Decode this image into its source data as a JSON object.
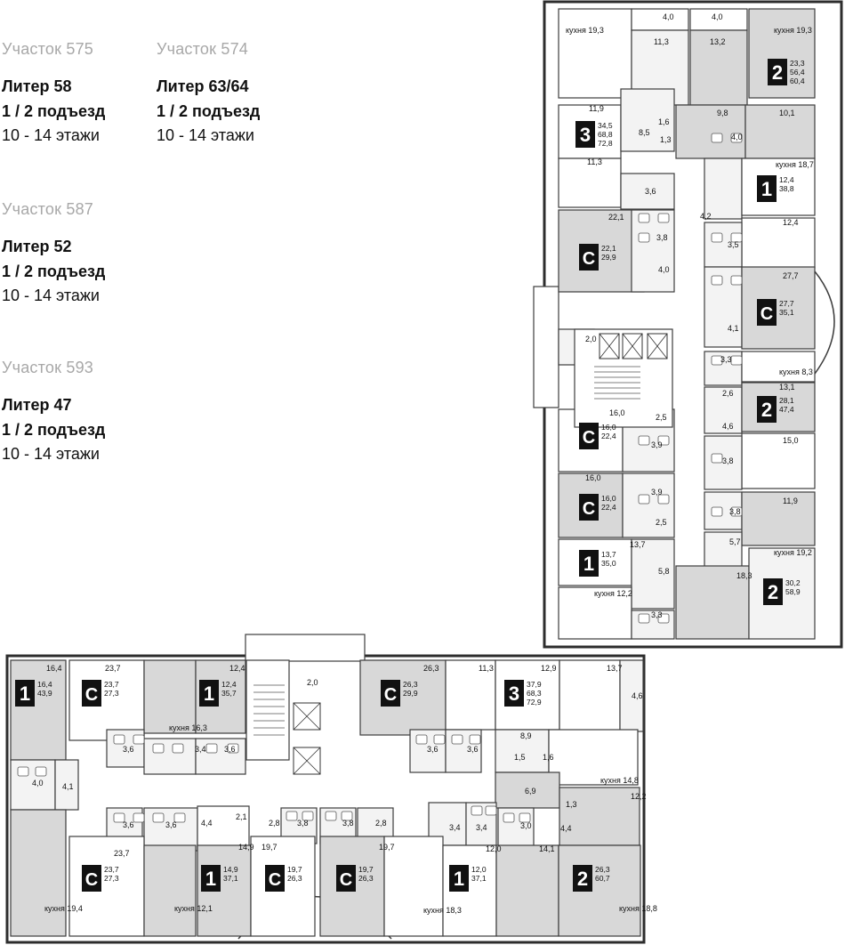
{
  "plots": [
    {
      "plot": "Участок 575",
      "liter": "Литер 58",
      "entrance": "1 / 2 подъезд",
      "floors": "10 - 14  этажи"
    },
    {
      "plot": "Участок 574",
      "liter": "Литер 63/64",
      "entrance": "1 / 2 подъезд",
      "floors": "10 - 14  этажи"
    },
    {
      "plot": "Участок 587",
      "liter": "Литер 52",
      "entrance": "1 / 2 подъезд",
      "floors": "10 - 14  этажи"
    },
    {
      "plot": "Участок 593",
      "liter": "Литер 47",
      "entrance": "1 / 2 подъезд",
      "floors": "10 - 14  этажи"
    }
  ],
  "apartments": [
    {
      "type": "2",
      "values": [
        "23,3",
        "56,4",
        "60,4"
      ]
    },
    {
      "type": "3",
      "values": [
        "34,5",
        "68,8",
        "72,8"
      ]
    },
    {
      "type": "1",
      "values": [
        "12,4",
        "38,8"
      ]
    },
    {
      "type": "С",
      "values": [
        "22,1",
        "29,9"
      ]
    },
    {
      "type": "С",
      "values": [
        "27,7",
        "35,1"
      ]
    },
    {
      "type": "2",
      "values": [
        "28,1",
        "47,4"
      ]
    },
    {
      "type": "С",
      "values": [
        "16,0",
        "22,4"
      ]
    },
    {
      "type": "С",
      "values": [
        "16,0",
        "22,4"
      ]
    },
    {
      "type": "1",
      "values": [
        "13,7",
        "35,0"
      ]
    },
    {
      "type": "2",
      "values": [
        "30,2",
        "58,9"
      ]
    },
    {
      "type": "1",
      "values": [
        "16,4",
        "43,9"
      ]
    },
    {
      "type": "С",
      "values": [
        "23,7",
        "27,3"
      ]
    },
    {
      "type": "1",
      "values": [
        "12,4",
        "35,7"
      ]
    },
    {
      "type": "С",
      "values": [
        "26,3",
        "29,9"
      ]
    },
    {
      "type": "3",
      "values": [
        "37,9",
        "68,3",
        "72,9"
      ]
    },
    {
      "type": "С",
      "values": [
        "23,7",
        "27,3"
      ]
    },
    {
      "type": "1",
      "values": [
        "14,9",
        "37,1"
      ]
    },
    {
      "type": "С",
      "values": [
        "19,7",
        "26,3"
      ]
    },
    {
      "type": "С",
      "values": [
        "19,7",
        "26,3"
      ]
    },
    {
      "type": "1",
      "values": [
        "12,0",
        "37,1"
      ]
    },
    {
      "type": "2",
      "values": [
        "26,3",
        "60,7"
      ]
    }
  ],
  "room_areas": [
    "кухня 19,3",
    "4,0",
    "4,0",
    "кухня 19,3",
    "11,3",
    "13,2",
    "11,9",
    "1,6",
    "9,8",
    "10,1",
    "8,5",
    "1,3",
    "4,0",
    "11,3",
    "кухня 18,7",
    "3,6",
    "22,1",
    "4,2",
    "12,4",
    "3,8",
    "3,5",
    "4,0",
    "27,7",
    "2,0",
    "4,1",
    "3,3",
    "кухня 8,3",
    "13,1",
    "2,6",
    "16,0",
    "2,5",
    "4,6",
    "3,9",
    "15,0",
    "3,8",
    "16,0",
    "3,9",
    "3,8",
    "11,9",
    "2,5",
    "13,7",
    "5,7",
    "5,8",
    "кухня 19,2",
    "18,3",
    "кухня 12,2",
    "3,3",
    "16,4",
    "23,7",
    "12,4",
    "2,0",
    "26,3",
    "11,3",
    "12,9",
    "13,7",
    "4,6",
    "кухня 16,3",
    "3,6",
    "3,4",
    "3,6",
    "3,6",
    "3,6",
    "8,9",
    "4,0",
    "4,1",
    "1,5",
    "1,6",
    "кухня 14,8",
    "6,9",
    "12,2",
    "3,6",
    "3,6",
    "4,4",
    "2,1",
    "2,8",
    "3,8",
    "3,8",
    "2,8",
    "3,4",
    "3,4",
    "3,0",
    "4,4",
    "1,3",
    "23,7",
    "14,9",
    "19,7",
    "19,7",
    "12,0",
    "14,1",
    "кухня 19,4",
    "кухня 12,1",
    "кухня 18,3",
    "кухня 18,8"
  ]
}
